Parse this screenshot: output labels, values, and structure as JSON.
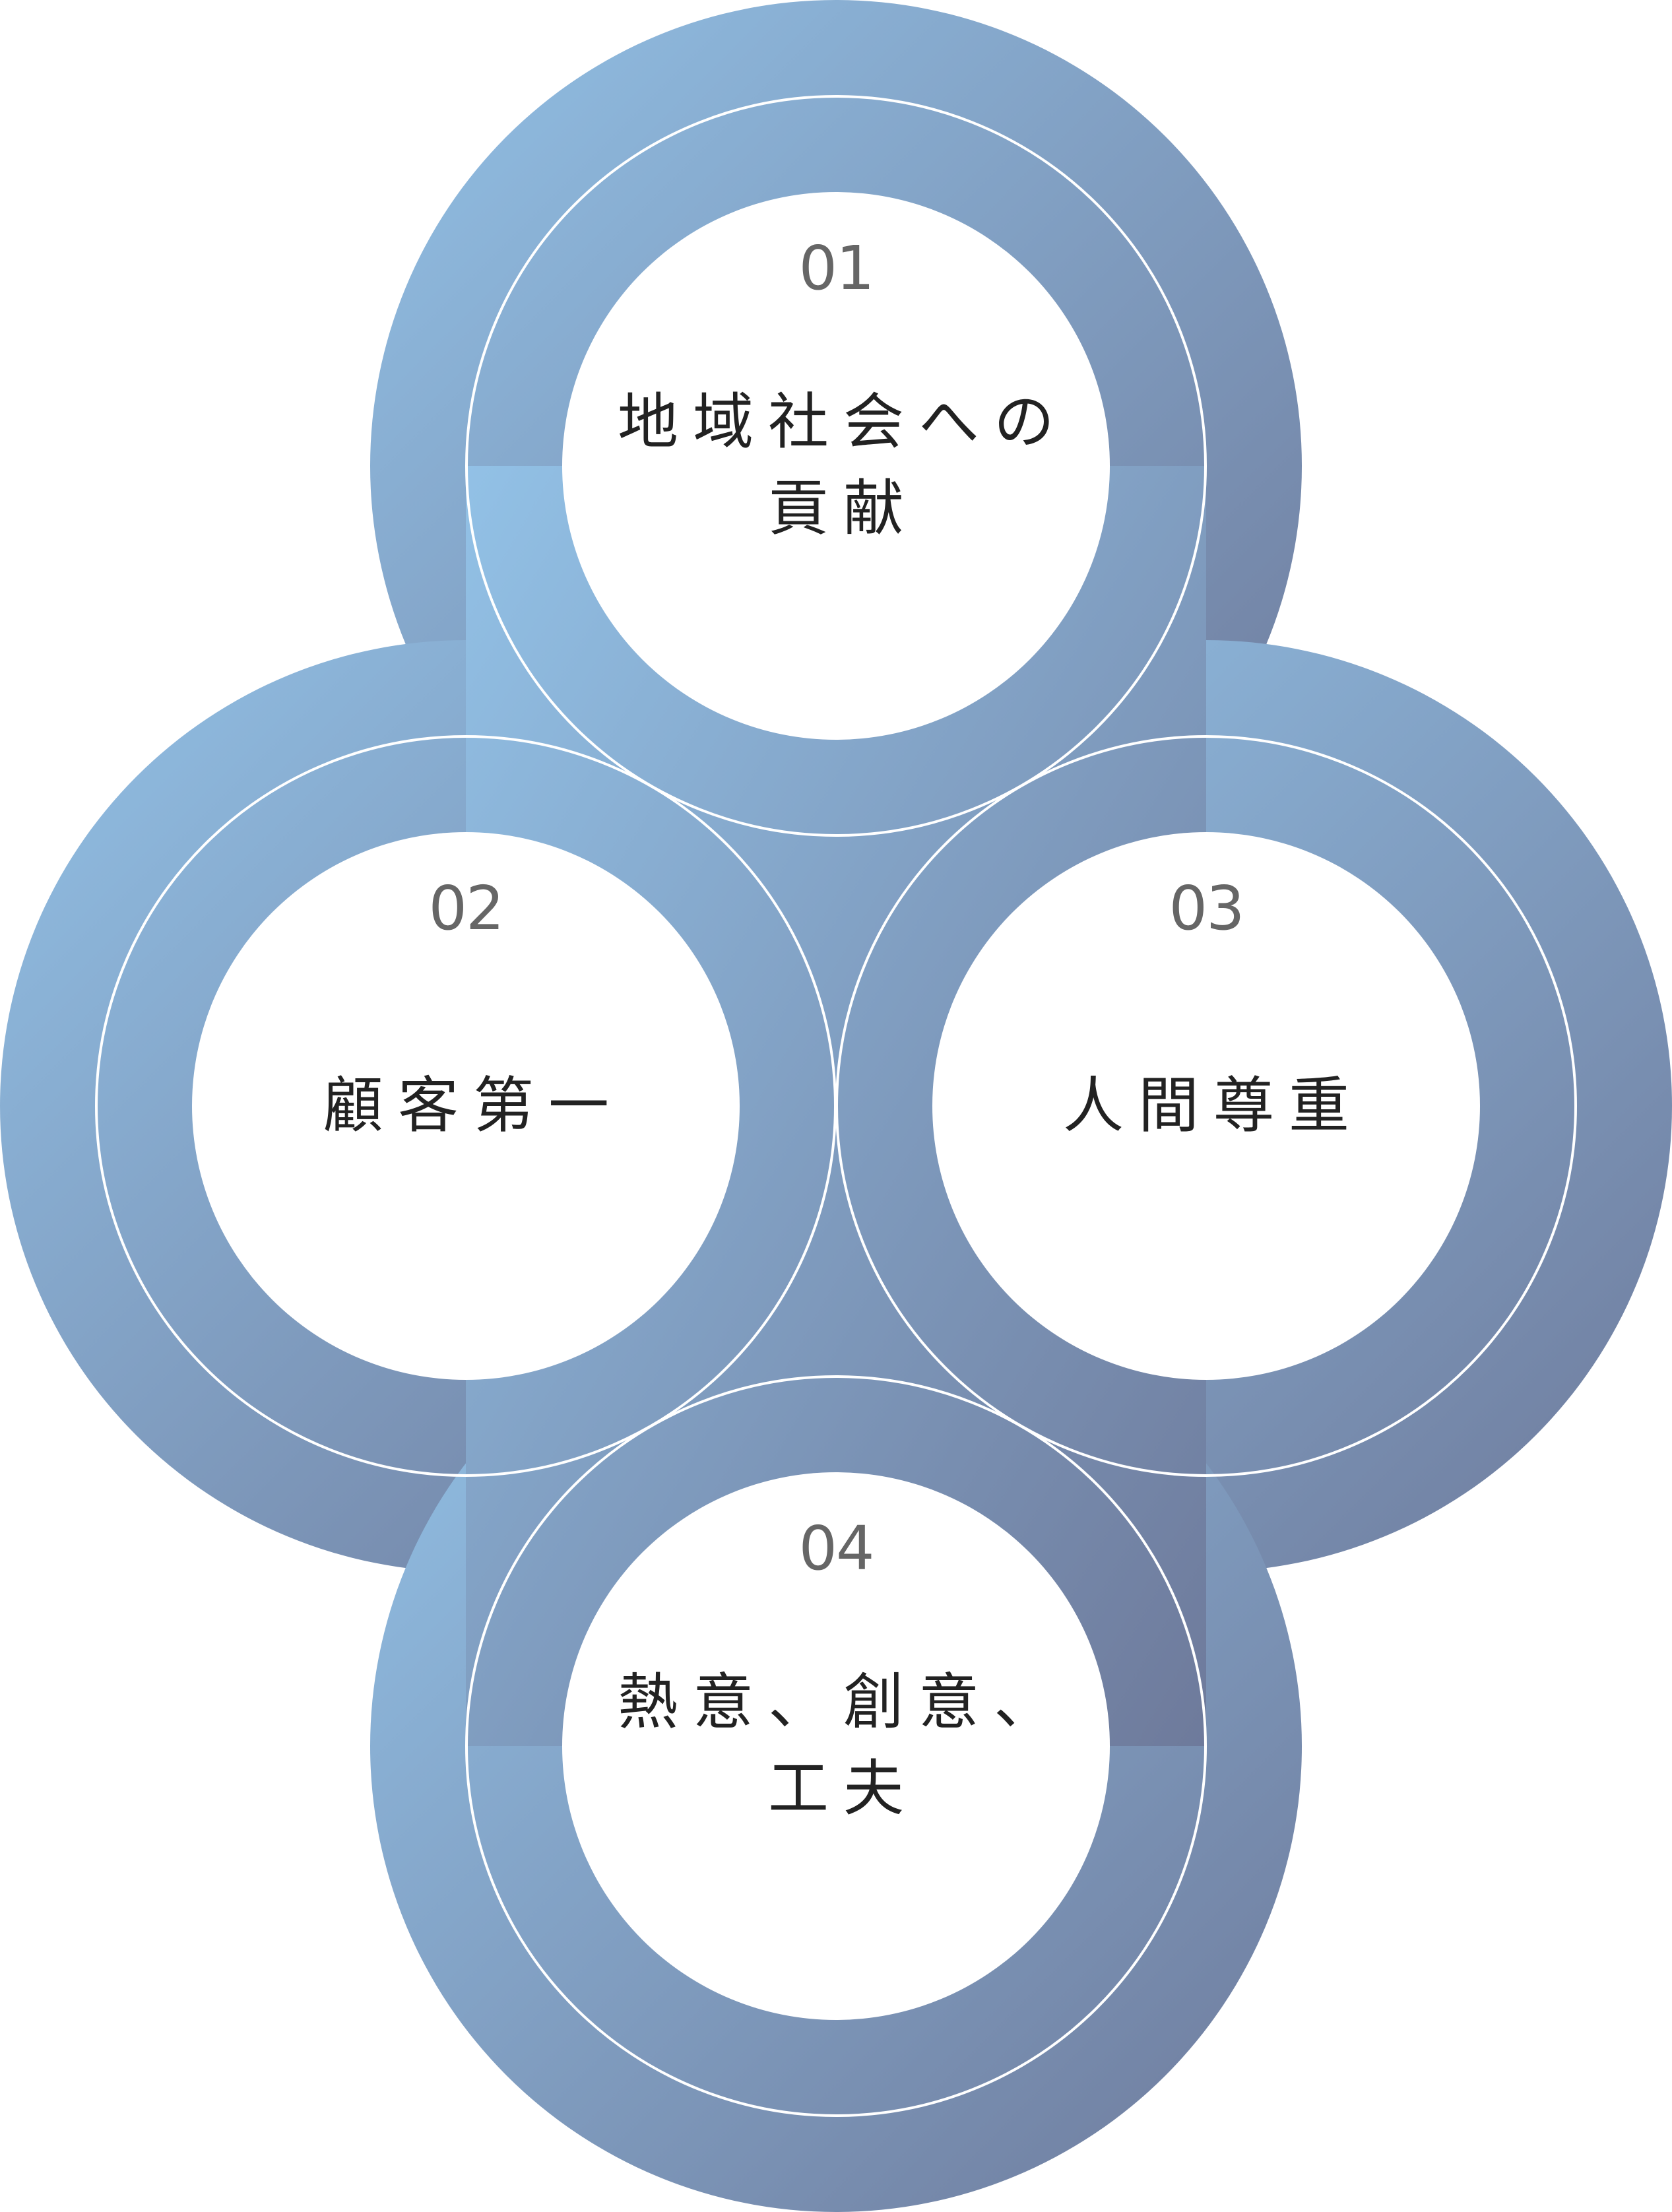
{
  "colors": {
    "gradient_start": "#92c1e6",
    "gradient_end": "#6e7a9b",
    "ring_stroke": "#ffffff",
    "inner_fill": "#ffffff",
    "number": "#666666",
    "text": "#222222"
  },
  "values": [
    {
      "id": "value-01",
      "number": "01",
      "title_lines": [
        "地域社会への",
        "貢献"
      ]
    },
    {
      "id": "value-02",
      "number": "02",
      "title_lines": [
        "顧客第一"
      ]
    },
    {
      "id": "value-03",
      "number": "03",
      "title_lines": [
        "人間尊重"
      ]
    },
    {
      "id": "value-04",
      "number": "04",
      "title_lines": [
        "熱意、創意、",
        "工夫"
      ]
    }
  ]
}
